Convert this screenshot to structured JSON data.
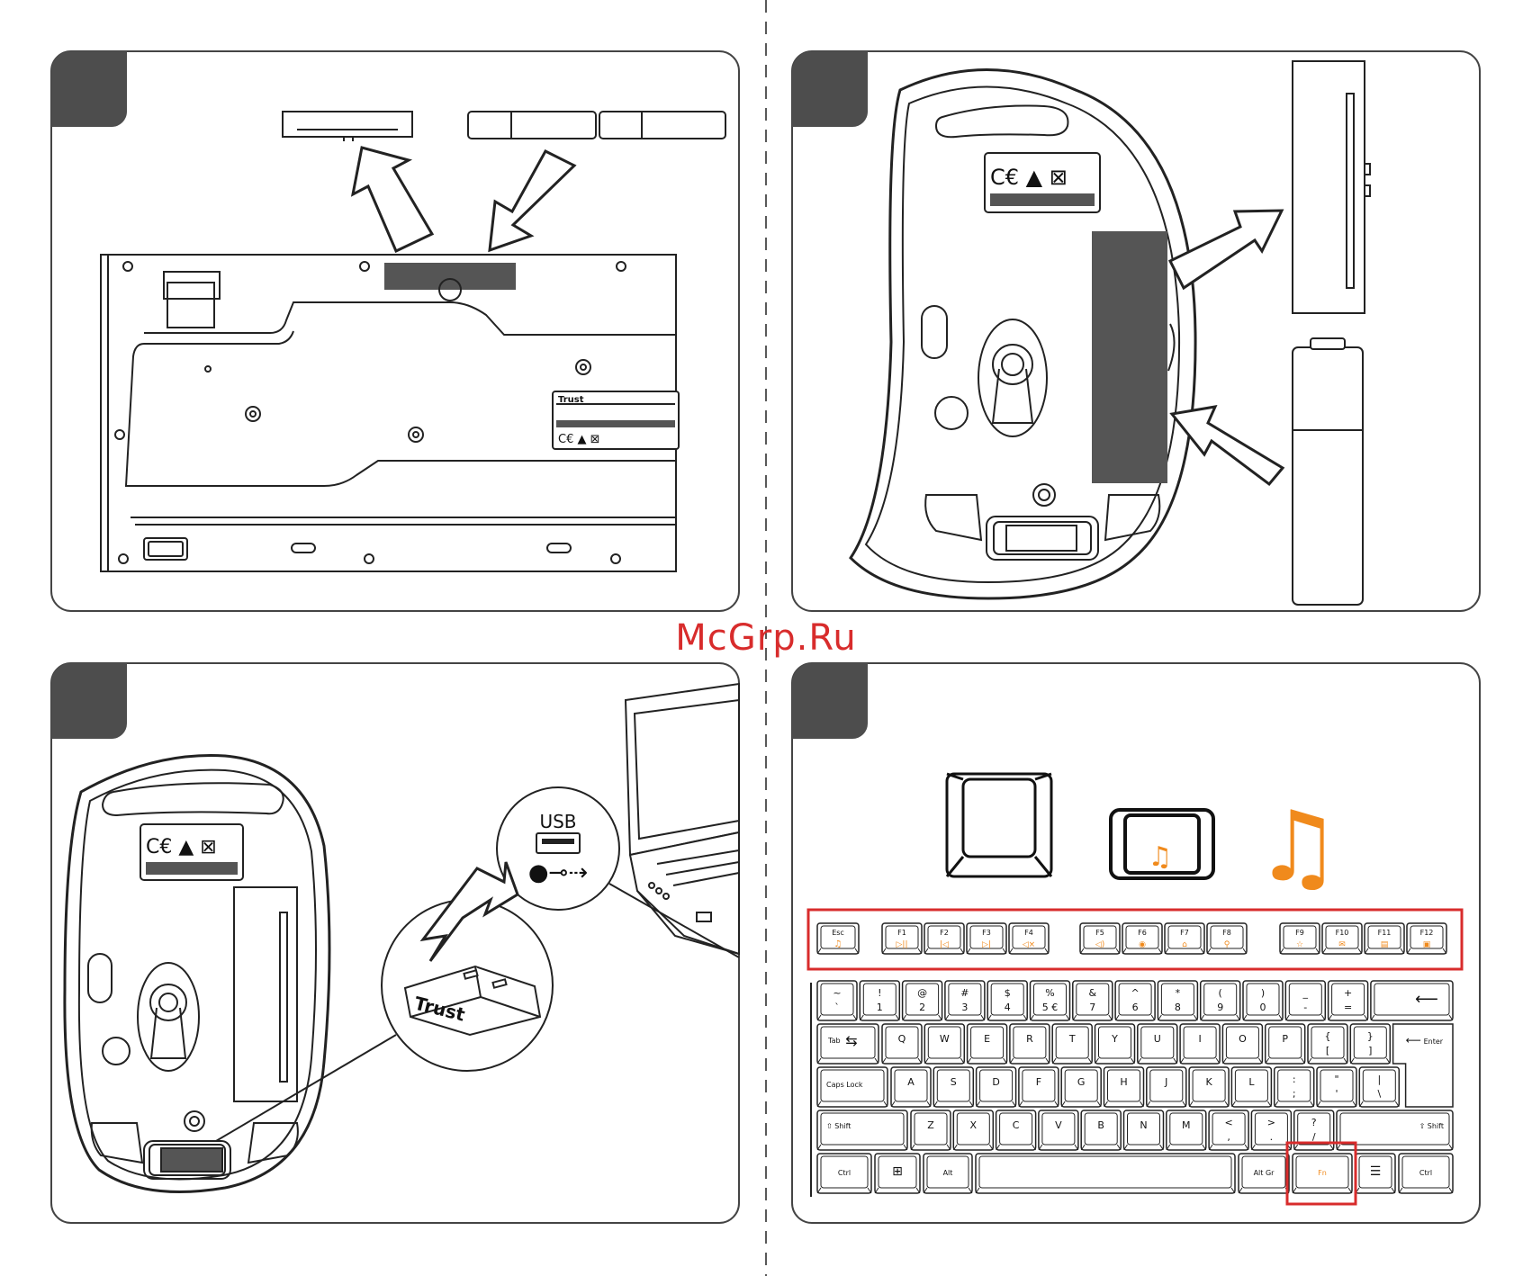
{
  "watermark": "McGrp.Ru",
  "panels": {
    "keyboard_battery": {
      "label_keyboard": "Trust"
    },
    "usb": {
      "usb_label": "USB",
      "receiver_brand": "Trust"
    },
    "fn_keys": {
      "esc_label": "Esc",
      "icon_color": "#f08a1c",
      "highlight_color": "#d82c2c",
      "fkeys": [
        {
          "label": "F1",
          "icon": "▷||"
        },
        {
          "label": "F2",
          "icon": "|◁"
        },
        {
          "label": "F3",
          "icon": "▷|"
        },
        {
          "label": "F4",
          "icon": "◁×"
        },
        {
          "label": "F5",
          "icon": "◁)"
        },
        {
          "label": "F6",
          "icon": "◉"
        },
        {
          "label": "F7",
          "icon": "⌂"
        },
        {
          "label": "F8",
          "icon": "⚲"
        },
        {
          "label": "F9",
          "icon": "☆"
        },
        {
          "label": "F10",
          "icon": "✉"
        },
        {
          "label": "F11",
          "icon": "▤"
        },
        {
          "label": "F12",
          "icon": "▣"
        }
      ],
      "row1": [
        [
          "~",
          "`"
        ],
        [
          "!",
          "1"
        ],
        [
          "@",
          "2"
        ],
        [
          "#",
          "3"
        ],
        [
          "$",
          "4"
        ],
        [
          "%",
          "5 €"
        ],
        [
          "^",
          "6"
        ],
        [
          "*",
          "8"
        ],
        [
          "(",
          "9"
        ],
        [
          ")",
          "0"
        ],
        [
          "_",
          "-"
        ],
        [
          "+",
          "="
        ]
      ],
      "row1_after6": [
        "&",
        "7"
      ],
      "row2": [
        "Q",
        "W",
        "E",
        "R",
        "T",
        "Y",
        "U",
        "I",
        "O",
        "P"
      ],
      "row2_brackets": [
        [
          "{",
          "["
        ],
        [
          "}",
          "]"
        ]
      ],
      "row3": [
        "A",
        "S",
        "D",
        "F",
        "G",
        "H",
        "J",
        "K",
        "L"
      ],
      "row3_punct": [
        [
          ":",
          ";"
        ],
        [
          "\"",
          "'"
        ],
        [
          "|",
          "\\"
        ]
      ],
      "row4": [
        "Z",
        "X",
        "C",
        "V",
        "B",
        "N",
        "M"
      ],
      "row4_punct": [
        [
          "<",
          ","
        ],
        [
          ">",
          "."
        ],
        [
          "?",
          "/"
        ]
      ],
      "tab": "Tab",
      "caps": "Caps  Lock",
      "shift": "Shift",
      "enter": "Enter",
      "ctrl": "Ctrl",
      "alt": "Alt",
      "altgr": "Alt Gr",
      "fn": "Fn"
    }
  }
}
